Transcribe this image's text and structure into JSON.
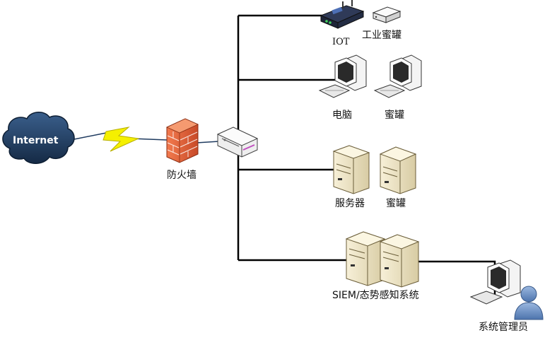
{
  "nodes": {
    "internet": "Internet",
    "firewall": "防火墙",
    "iot": "IOT",
    "industrial_honeypot": "工业蜜罐",
    "pc": "电脑",
    "pc_honeypot": "蜜罐",
    "server": "服务器",
    "server_honeypot": "蜜罐",
    "siem": "SIEM/态势感知系统",
    "admin": "系统管理员"
  },
  "colors": {
    "cloud": "#1e3a5f",
    "lightning": "#f5f000",
    "firewall": "#e8623a",
    "device_beige": "#efe6c8",
    "link": "#000000",
    "admin": "#6b8ec4"
  }
}
